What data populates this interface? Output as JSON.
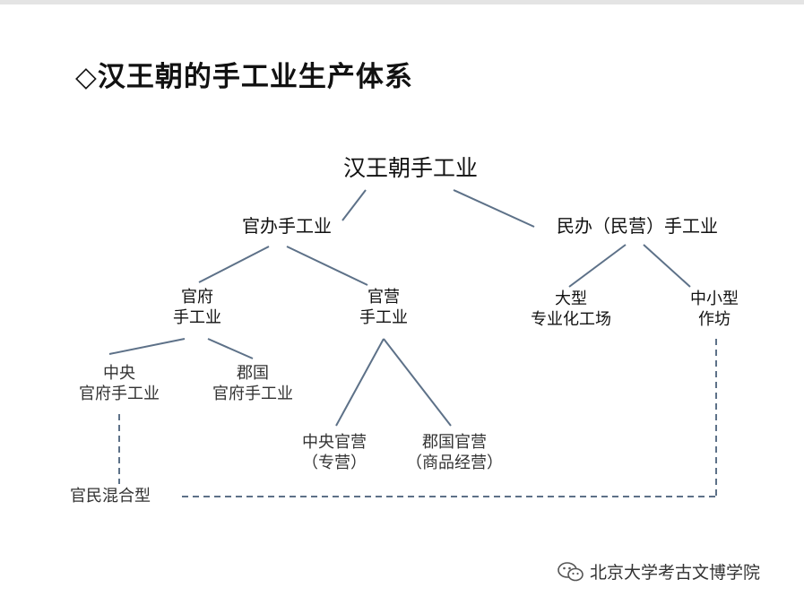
{
  "title": "◇汉王朝的手工业生产体系",
  "tree": {
    "root": "汉王朝手工业",
    "official": "官办手工业",
    "private": "民办（民营）手工业",
    "official_fu": [
      "官府",
      "手工业"
    ],
    "official_ying": [
      "官营",
      "手工业"
    ],
    "large_workshop": [
      "大型",
      "专业化工场"
    ],
    "small_workshop": [
      "中小型",
      "作坊"
    ],
    "central_fu": [
      "中央",
      "官府手工业"
    ],
    "commandery_fu": [
      "郡国",
      "官府手工业"
    ],
    "central_ying": [
      "中央官营",
      "（专营）"
    ],
    "commandery_ying": [
      "郡国官营",
      "（商品经营）"
    ],
    "mixed": "官民混合型"
  },
  "colors": {
    "line": "#5d7188",
    "text": "#111111"
  },
  "watermark": {
    "icon": "wechat-icon",
    "text": "北京大学考古文博学院"
  }
}
